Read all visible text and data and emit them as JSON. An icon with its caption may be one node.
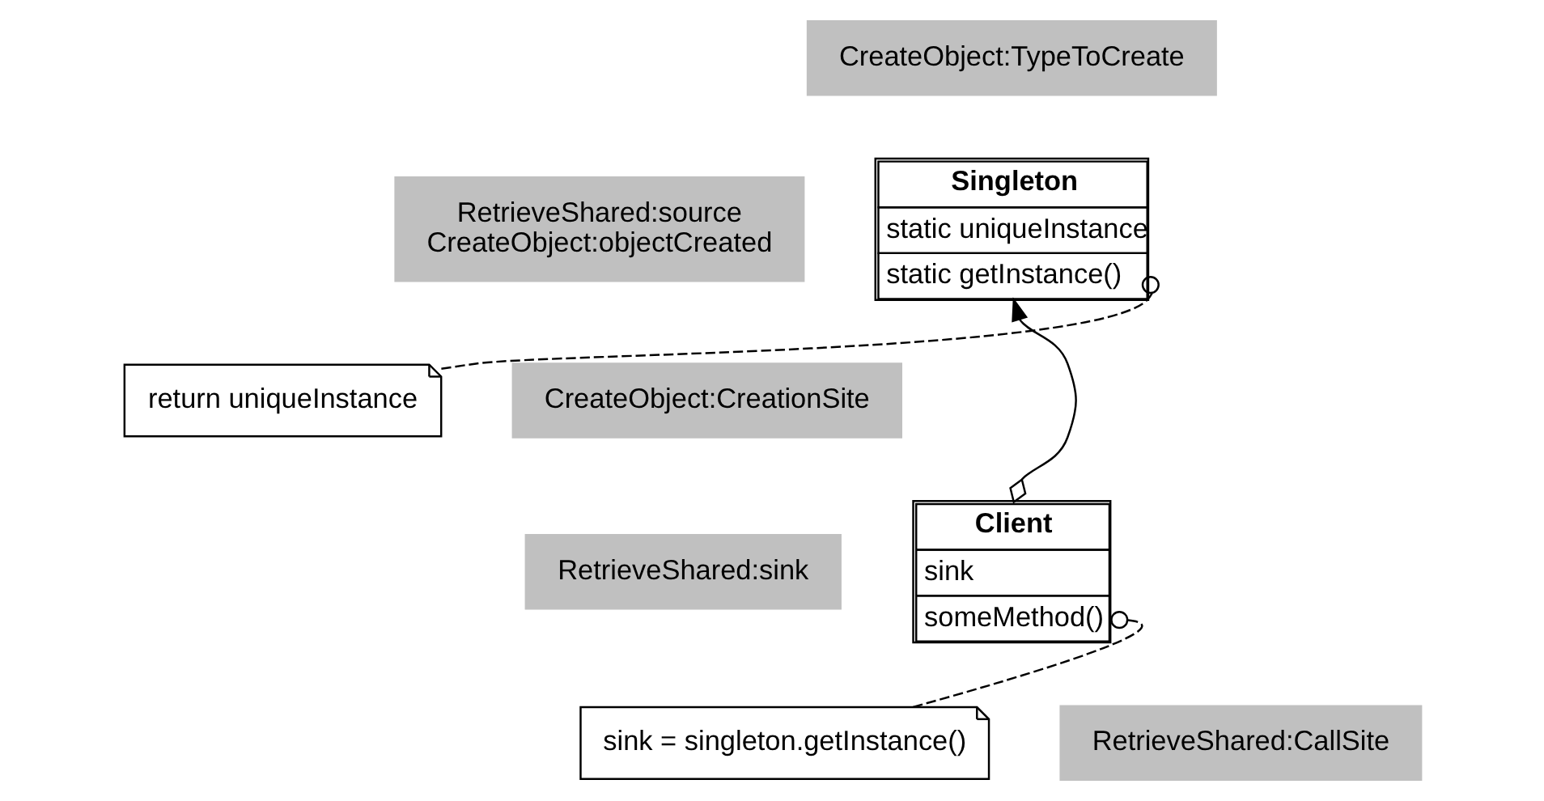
{
  "diagram": {
    "nodes": [
      {
        "text": [
          "CreateObject:TypeToCreate"
        ]
      },
      {
        "text": [
          "RetrieveShared:source CreateObject:objectCreated"
        ]
      },
      {
        "text": [
          "Singleton",
          "static uniqueInstance",
          "static getInstance()"
        ]
      },
      {
        "text": [
          "return uniqueInstance"
        ]
      },
      {
        "text": [
          "CreateObject:CreationSite"
        ]
      },
      {
        "text": [
          "RetrieveShared:sink"
        ]
      },
      {
        "text": [
          "Client",
          "sink",
          "someMethod()"
        ]
      },
      {
        "text": [
          "sink = singleton.getInstance()"
        ]
      },
      {
        "text": [
          "RetrieveShared:CallSite"
        ]
      }
    ],
    "edges": [
      {
        "from": 6,
        "to": 2,
        "arrow": "both"
      },
      {
        "from": 2,
        "to": 3,
        "arrow": "other",
        "style": "dashed"
      },
      {
        "from": 6,
        "to": 7,
        "arrow": "other",
        "style": "dashed"
      }
    ]
  }
}
